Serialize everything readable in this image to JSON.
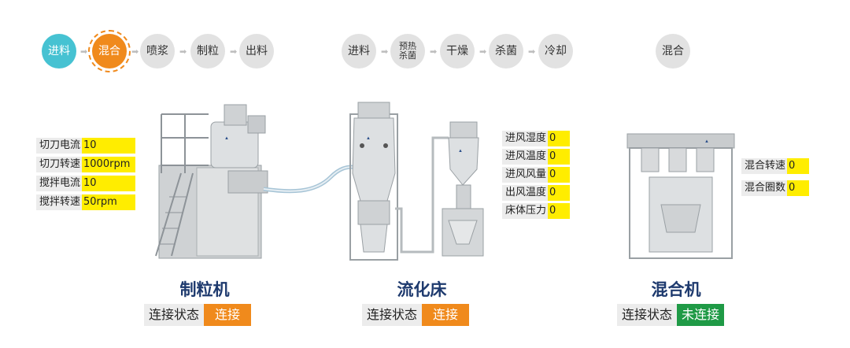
{
  "colors": {
    "step_default": "#e2e2e2",
    "step_active_feed": "#46c2d2",
    "step_active_mix": "#f08a1c",
    "param_value_bg": "#ffed00",
    "machine_title": "#1e3a6e",
    "status_connected": "#f08a1c",
    "status_disconnected": "#1f9a46"
  },
  "process_granulator": {
    "steps": [
      "进料",
      "混合",
      "喷浆",
      "制粒",
      "出料"
    ]
  },
  "process_fluidbed": {
    "steps": [
      "进料",
      "预热杀菌",
      "干燥",
      "杀菌",
      "冷却"
    ],
    "step2_line1": "预热",
    "step2_line2": "杀菌"
  },
  "process_mixer": {
    "steps": [
      "混合"
    ]
  },
  "granulator": {
    "title": "制粒机",
    "params": [
      {
        "label": "切刀电流",
        "value": "10"
      },
      {
        "label": "切刀转速",
        "value": "1000rpm"
      },
      {
        "label": "搅拌电流",
        "value": "10"
      },
      {
        "label": "搅拌转速",
        "value": "50rpm"
      }
    ],
    "status_label": "连接状态",
    "status_value": "连接"
  },
  "fluidbed": {
    "title": "流化床",
    "params": [
      {
        "label": "进风湿度",
        "value": "0"
      },
      {
        "label": "进风温度",
        "value": "0"
      },
      {
        "label": "进风风量",
        "value": "0"
      },
      {
        "label": "出风温度",
        "value": "0"
      },
      {
        "label": "床体压力",
        "value": "0"
      }
    ],
    "status_label": "连接状态",
    "status_value": "连接"
  },
  "mixer": {
    "title": "混合机",
    "params": [
      {
        "label": "混合转速",
        "value": "0"
      },
      {
        "label": "混合圈数",
        "value": "0"
      }
    ],
    "status_label": "连接状态",
    "status_value": "未连接"
  }
}
